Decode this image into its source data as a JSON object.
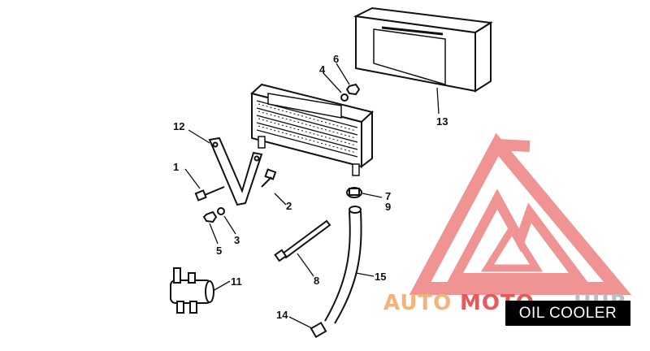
{
  "diagram": {
    "title": "OIL COOLER",
    "callouts": [
      "1",
      "2",
      "3",
      "4",
      "5",
      "6",
      "7",
      "8",
      "9",
      "11",
      "12",
      "13",
      "14",
      "15"
    ],
    "colors": {
      "ink": "#111111",
      "watermark_red": "#e85a5a",
      "watermark_orange": "#f5b27a"
    }
  },
  "watermark": {
    "text_a": "AUTO",
    "text_b": "MOTO",
    "text_c": "HUB"
  }
}
